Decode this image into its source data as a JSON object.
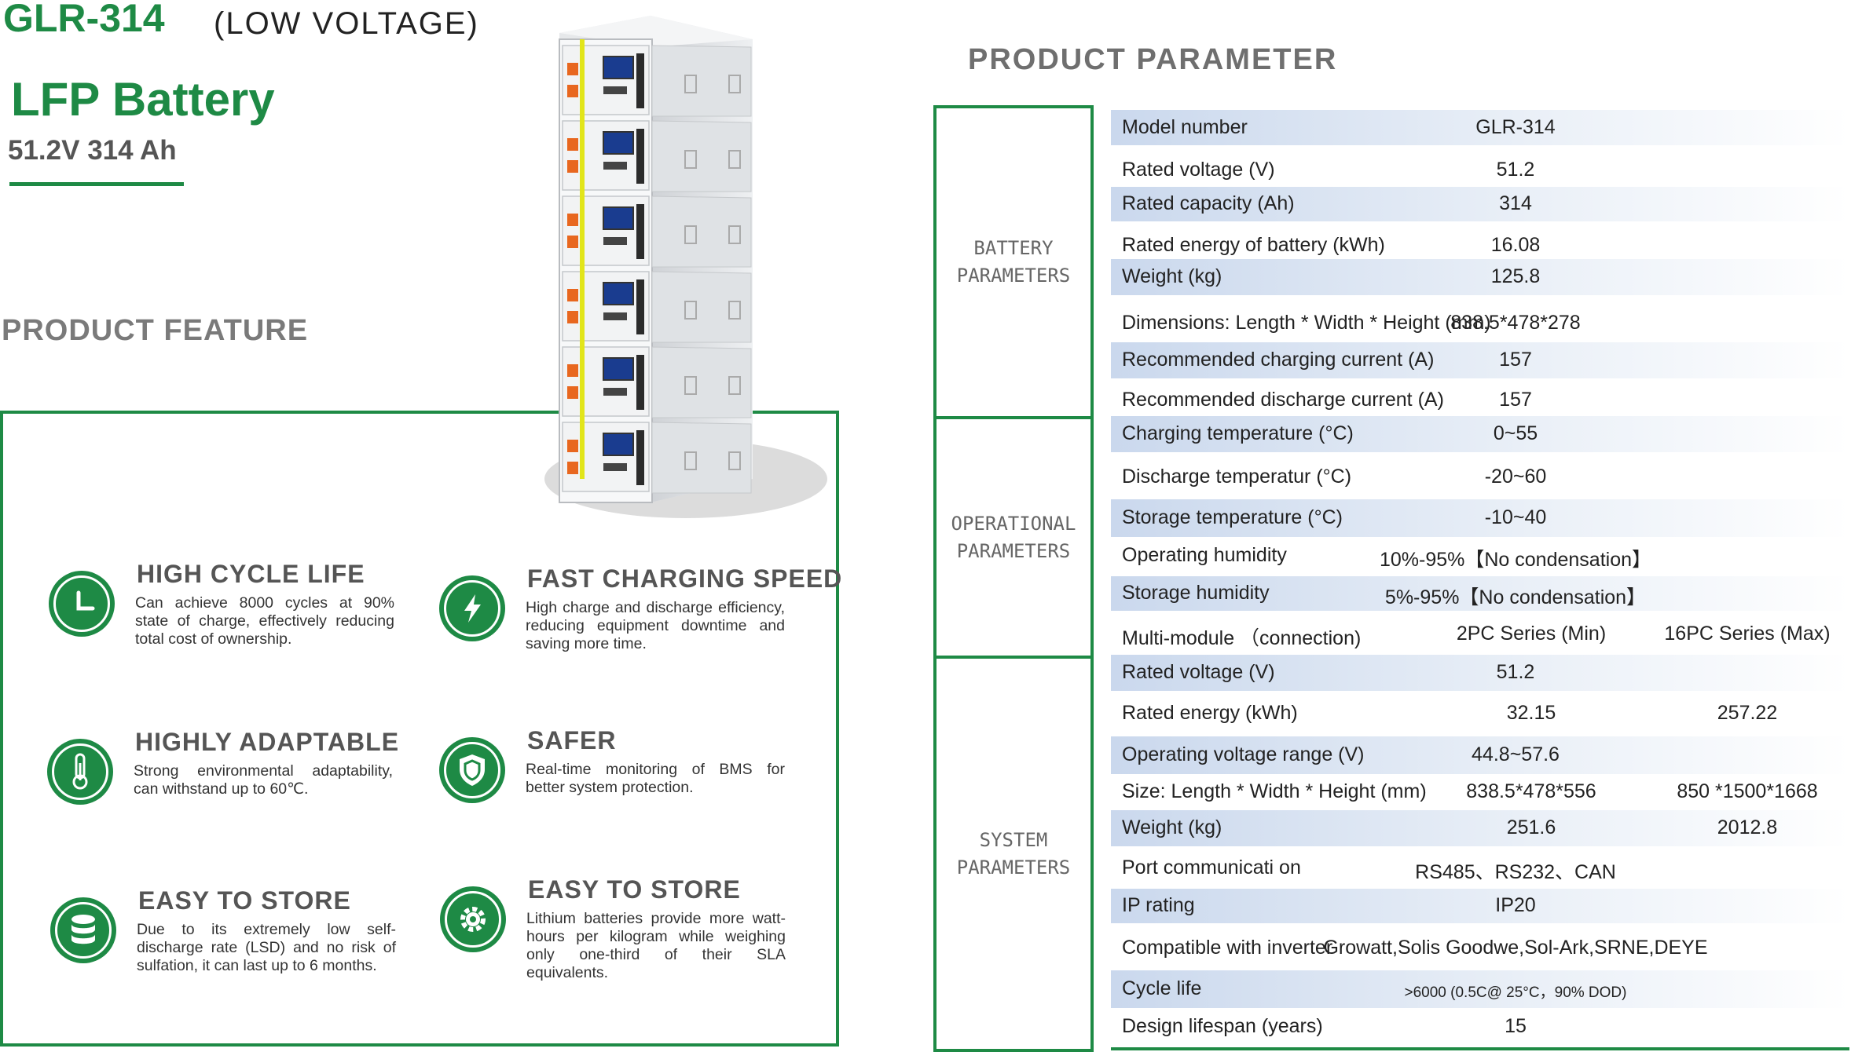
{
  "header": {
    "model": "GLR-314",
    "voltage_note": "(LOW  VOLTAGE)",
    "type": "LFP Battery",
    "spec": "51.2V 314 Ah"
  },
  "features": {
    "heading": "PRODUCT  FEATURE",
    "items": [
      {
        "title": "HIGH CYCLE LIFE",
        "desc": "Can achieve 8000 cycles at 90% state of charge, effectively reducing total cost of ownership.",
        "icon": "clock-icon"
      },
      {
        "title": "FAST CHARGING  SPEED",
        "desc": "High charge and discharge efficiency, reducing equipment downtime and saving more time.",
        "icon": "lightning-icon"
      },
      {
        "title": "HIGHLY ADAPTABLE",
        "desc": "Strong environmental adaptability, can withstand up to 60℃.",
        "icon": "thermometer-icon"
      },
      {
        "title": "SAFER",
        "desc": "Real-time monitoring of BMS for better system protection.",
        "icon": "shield-icon"
      },
      {
        "title": "EASY TO STORE",
        "desc": "Due to its extremely low self-discharge rate (LSD) and no risk of sulfation, it can last up to 6 months.",
        "icon": "database-icon"
      },
      {
        "title": "EASY TO STORE",
        "desc": "Lithium batteries provide more watt-hours per kilogram while weighing only one-third of their SLA equivalents.",
        "icon": "gear-icon"
      }
    ]
  },
  "parameters": {
    "heading": "PRODUCT  PARAMETER",
    "groups": [
      {
        "label_line1": "BATTERY",
        "label_line2": "PARAMETERS"
      },
      {
        "label_line1": "OPERATIONAL",
        "label_line2": "PARAMETERS"
      },
      {
        "label_line1": "SYSTEM",
        "label_line2": "PARAMETERS"
      }
    ],
    "rows": [
      {
        "name": "Model number",
        "value": "GLR-314"
      },
      {
        "name": "Rated voltage (V)",
        "value": "51.2"
      },
      {
        "name": "Rated capacity (Ah)",
        "value": "314"
      },
      {
        "name": "Rated energy of battery (kWh)",
        "value": "16.08"
      },
      {
        "name": "Weight (kg)",
        "value": "125.8"
      },
      {
        "name": "Dimensions:  Length * Width * Height (mm)",
        "value": "838.5*478*278"
      },
      {
        "name": "Recommended charging current (A)",
        "value": "157"
      },
      {
        "name": "Recommended discharge current (A)",
        "value": "157"
      },
      {
        "name": "Charging temperature (°C)",
        "value": "0~55"
      },
      {
        "name": "Discharge temperatur (°C)",
        "value": "-20~60"
      },
      {
        "name": "Storage temperature (°C)",
        "value": "-10~40"
      },
      {
        "name": "Operating  humidity",
        "value": "10%-95%【No condensation】"
      },
      {
        "name": "Storage  humidity",
        "value": "5%-95%【No condensation】"
      },
      {
        "name": "Multi-module （connection)",
        "value_min": "2PC Series (Min)",
        "value_max": "16PC Series (Max)"
      },
      {
        "name": "Rated voltage (V)",
        "value": "51.2"
      },
      {
        "name": "Rated energy (kWh)",
        "value_min": "32.15",
        "value_max": "257.22"
      },
      {
        "name": "Operating voltage range (V)",
        "value": "44.8~57.6"
      },
      {
        "name": "Size:  Length * Width * Height (mm)",
        "value_min": "838.5*478*556",
        "value_max": "850 *1500*1668"
      },
      {
        "name": "Weight (kg)",
        "value_min": "251.6",
        "value_max": "2012.8"
      },
      {
        "name": "Port communicati on",
        "value": "RS485、RS232、CAN"
      },
      {
        "name": "IP rating",
        "value": "IP20"
      },
      {
        "name": "Compatible with  inverter",
        "value": "Growatt,Solis Goodwe,Sol-Ark,SRNE,DEYE"
      },
      {
        "name": "Cycle life",
        "value": ">6000  (0.5C@   25°C，90% DOD)"
      },
      {
        "name": "Design lifespan (years)",
        "value": "15"
      }
    ]
  }
}
